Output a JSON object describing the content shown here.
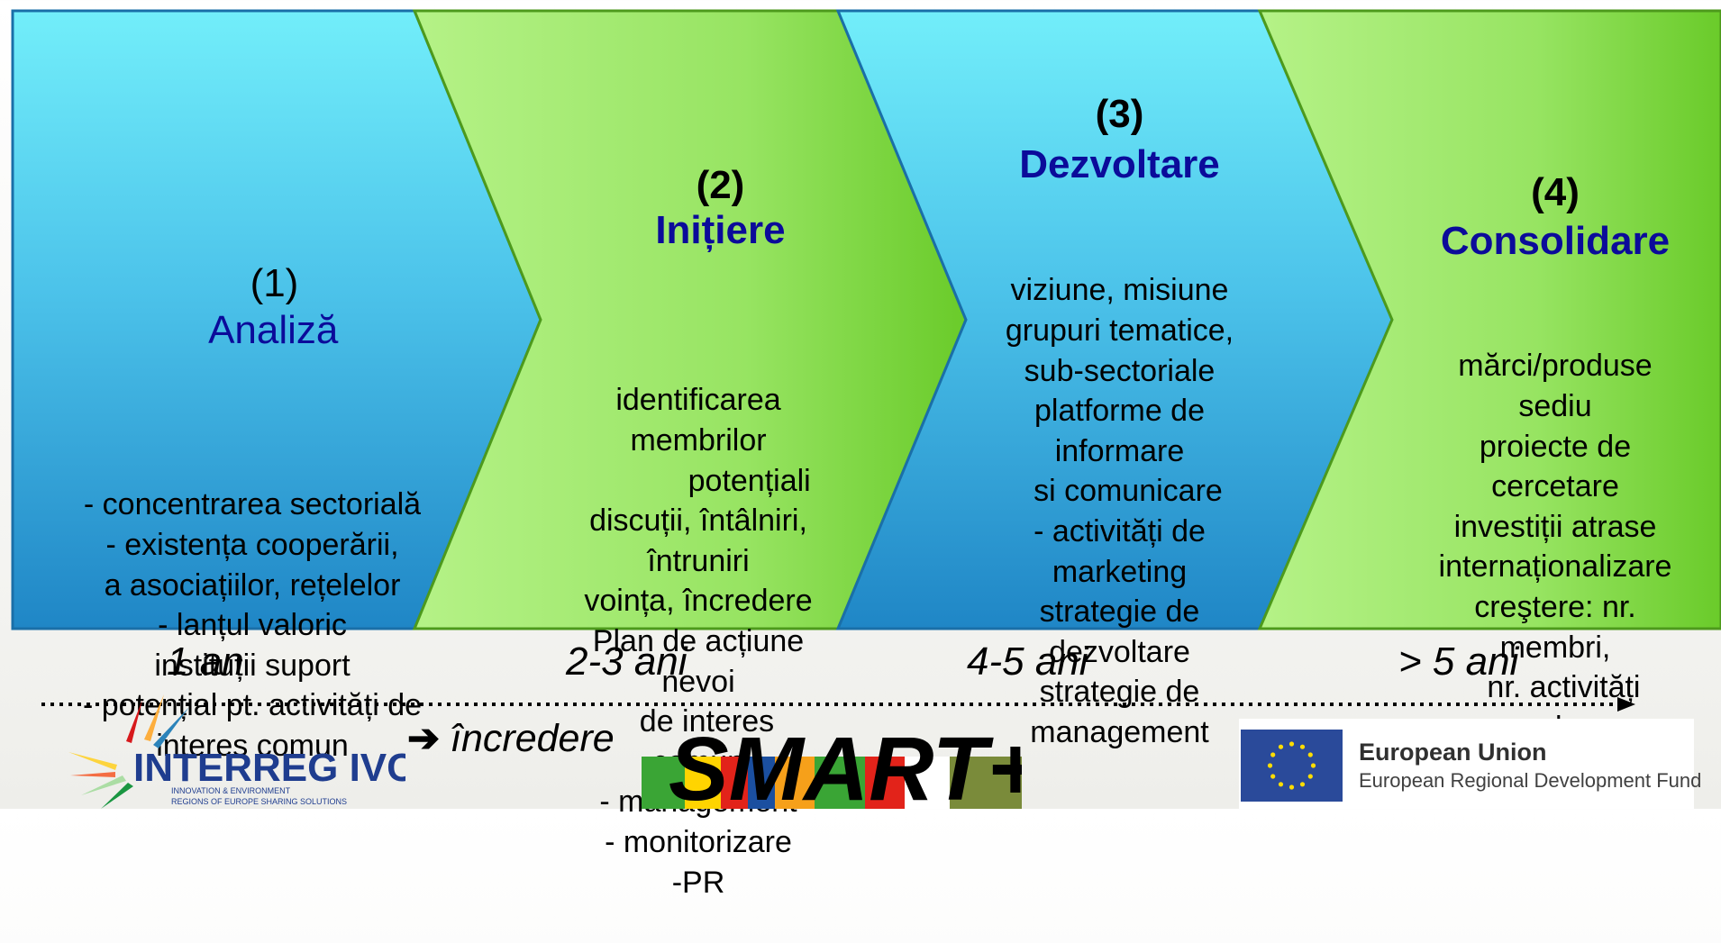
{
  "stages": [
    {
      "number": "(1)",
      "name": "Analiză",
      "body": "- concentrarea sectorială\n- existența cooperării,\na asociațiilor, rețelelor\n- lanțul valoric\ninstituții suport\n- potențial pt. activități de\ninteres comun"
    },
    {
      "number": "(2)",
      "name": "Inițiere",
      "body": "identificarea\nmembrilor\n            potențiali\ndiscuții, întâlniri,\nîntruniri\nvoința, încredere\nPlan de acțiune\nnevoi\n  de interes\ncomun\n- management\n- monitorizare\n-PR"
    },
    {
      "number": "(3)",
      "name": "Dezvoltare",
      "body": "viziune, misiune\ngrupuri tematice,\nsub-sectoriale\nplatforme de\ninformare\n  si comunicare\n- activități de\nmarketing\nstrategie de\ndezvoltare\nstrategie de\nmanagement"
    },
    {
      "number": "(4)",
      "name": "Consolidare",
      "body": "mărci/produse\nsediu\nproiecte de\ncercetare\ninvestiții atrase\ninternaționalizare\ncreştere: nr.\nmembri,\n  nr. activități\n- evaluare"
    }
  ],
  "timeline": [
    "1 an",
    "2-3 ani",
    "4-5 ani",
    "> 5 ani"
  ],
  "trust_label": "încredere",
  "logos": {
    "interreg_title": "INTERREG IVC",
    "interreg_line1": "INNOVATION & ENVIRONMENT",
    "interreg_line2": "REGIONS OF EUROPE SHARING SOLUTIONS",
    "smart": "SMART+",
    "eu_title": "European Union",
    "eu_subtitle": "European Regional Development Fund"
  },
  "colors": {
    "blue_top": "#6fe8f7",
    "blue_bottom": "#1e88c8",
    "green_light": "#a8ef7c",
    "green_dark": "#63c61f",
    "title_blue": "#0b0b9a"
  }
}
